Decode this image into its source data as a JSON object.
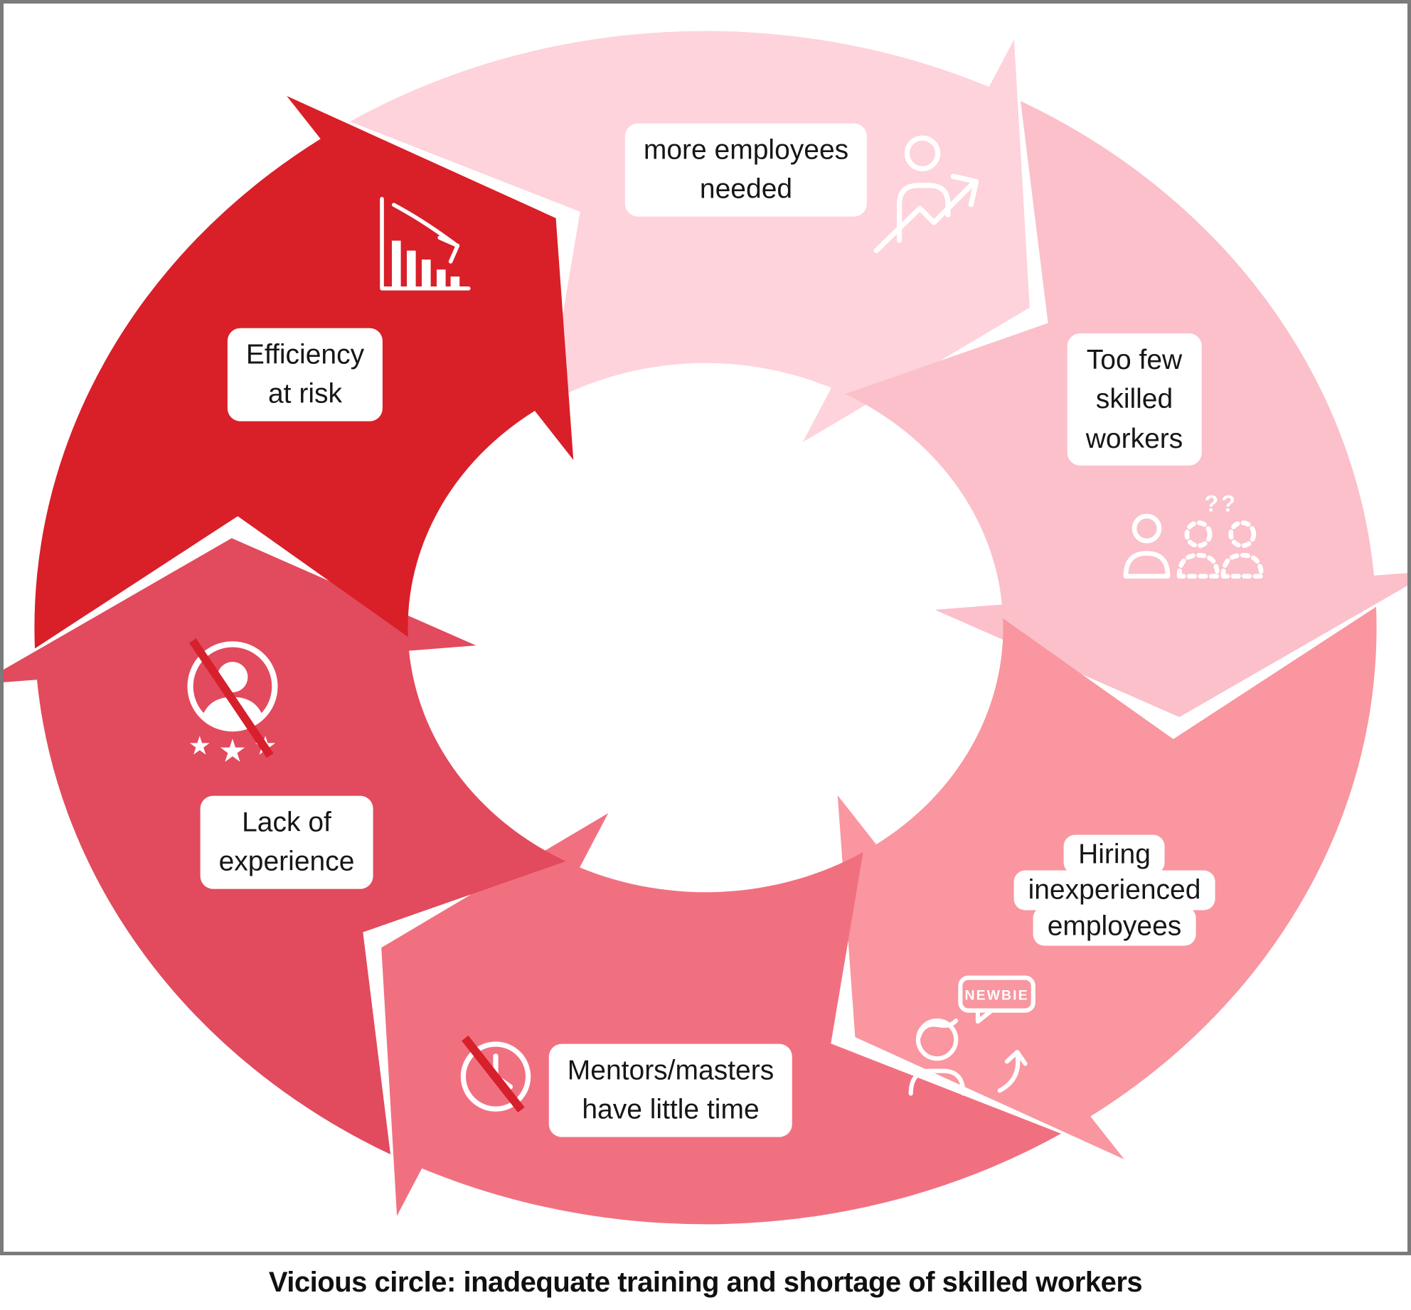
{
  "figure": {
    "caption": "Vicious circle: inadequate training and shortage of skilled workers"
  },
  "cycle": {
    "direction": "clockwise",
    "slash_color": "#d6202c",
    "star_glyph": "★",
    "question_marks": "??",
    "newbie_bubble_text": "NEWBIE",
    "steps": [
      {
        "id": "more-employees-needed",
        "lines": [
          "more employees",
          "needed"
        ],
        "color": "#fed3db",
        "icon": "person-growth-icon"
      },
      {
        "id": "too-few-skilled-workers",
        "lines": [
          "Too few",
          "skilled",
          "workers"
        ],
        "color": "#fbc0ca",
        "icon": "missing-workers-icon"
      },
      {
        "id": "hiring-inexperienced-employees",
        "lines": [
          "Hiring",
          "inexperienced",
          "employees"
        ],
        "color": "#f9969f",
        "icon": "newbie-announcement-icon"
      },
      {
        "id": "mentors-little-time",
        "lines": [
          "Mentors/masters",
          "have little time"
        ],
        "color": "#f17080",
        "icon": "no-time-clock-icon"
      },
      {
        "id": "lack-of-experience",
        "lines": [
          "Lack of",
          "experience"
        ],
        "color": "#e24a5d",
        "icon": "low-rating-icon"
      },
      {
        "id": "efficiency-at-risk",
        "lines": [
          "Efficiency",
          "at risk"
        ],
        "color": "#d91f28",
        "icon": "declining-chart-icon"
      }
    ]
  }
}
